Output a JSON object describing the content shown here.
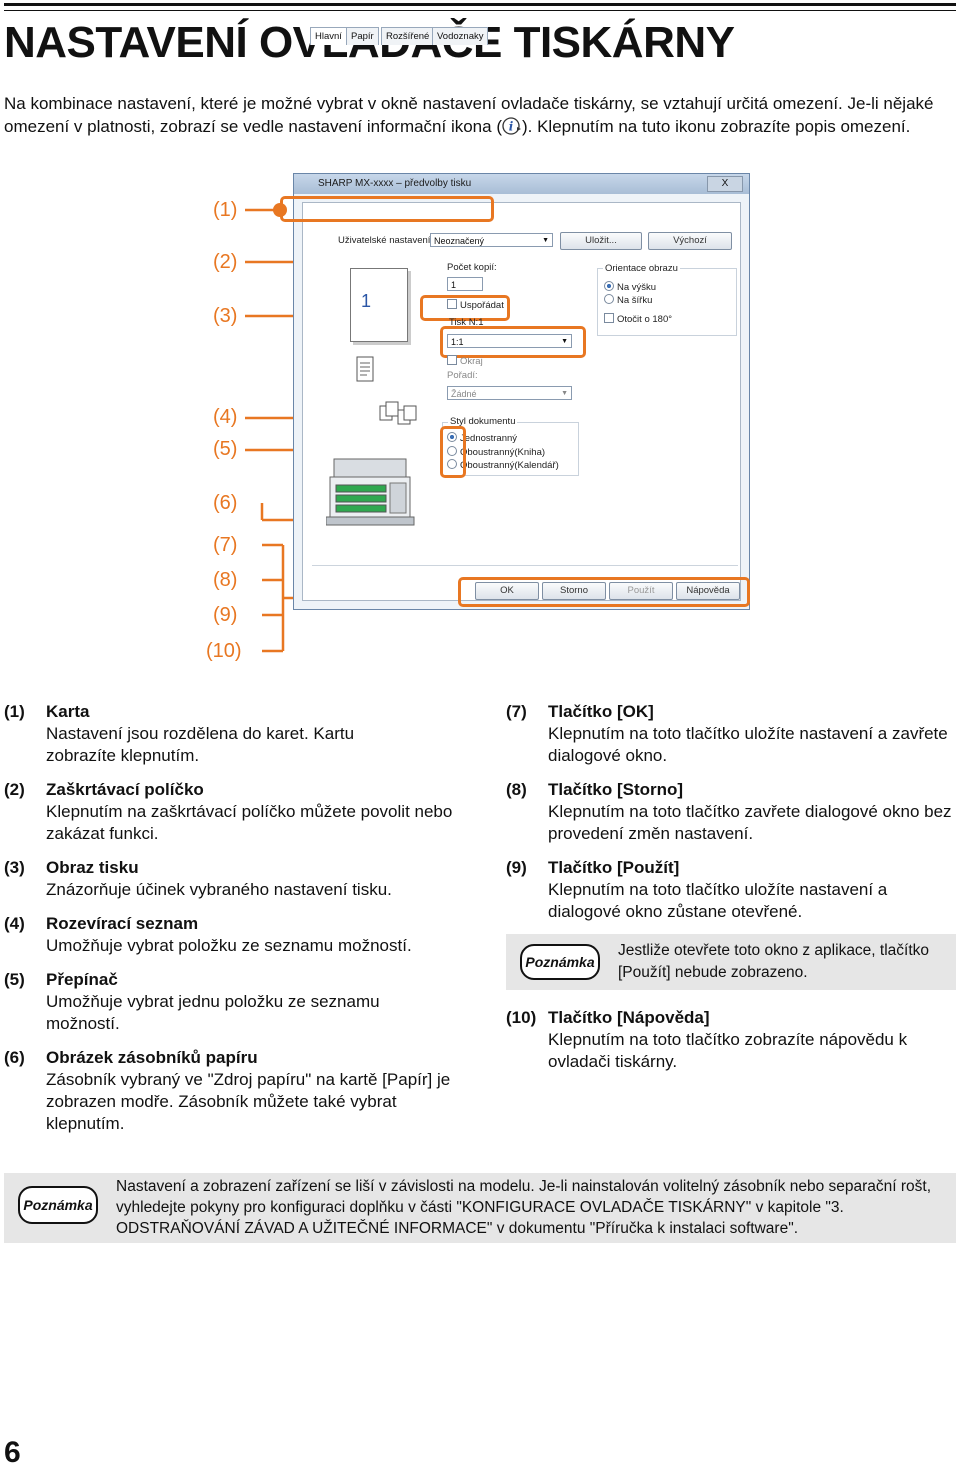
{
  "heading": "NASTAVENÍ OVLADAČE TISKÁRNY",
  "intro": {
    "part1": "Na kombinace nastavení, které je možné vybrat v okně nastavení ovladače tiskárny, se vztahují určitá omezení. Je-li nějaké omezení v platnosti, zobrazí se vedle nastavení informační ikona (",
    "part2": "). Klepnutím na tuto ikonu zobrazíte popis omezení."
  },
  "callouts": [
    "(1)",
    "(2)",
    "(3)",
    "(4)",
    "(5)",
    "(6)",
    "(7)",
    "(8)",
    "(9)",
    "(10)"
  ],
  "dialog": {
    "title": "SHARP MX-xxxx – předvolby tisku",
    "close": "X",
    "tabs": [
      "Hlavní",
      "Papír",
      "Rozšířené",
      "Vodoznaky"
    ],
    "user_settings_label": "Uživatelské nastavení:",
    "user_settings_value": "Neoznačený",
    "save_btn": "Uložit...",
    "defaults_btn": "Výchozí",
    "preview_page": "1",
    "copies_label": "Počet kopií:",
    "copies_value": "1",
    "collate_label": "Uspořádat",
    "nup_label": "Tisk N:1",
    "nup_value": "1:1",
    "border_label": "Okraj",
    "order_label": "Pořadí:",
    "order_value": "Žádné",
    "orientation_label": "Orientace obrazu",
    "portrait_label": "Na výšku",
    "landscape_label": "Na šířku",
    "rotate_label": "Otočit o 180°",
    "docstyle_label": "Styl dokumentu",
    "simplex_label": "Jednostranný",
    "duplex_book_label": "Oboustranný(Kniha)",
    "duplex_cal_label": "Oboustranný(Kalendář)",
    "ok_btn": "OK",
    "cancel_btn": "Storno",
    "apply_btn": "Použít",
    "help_btn": "Nápověda"
  },
  "descriptions_left": [
    {
      "num": "(1)",
      "title": "Karta",
      "body": "Nastavení jsou rozdělena do karet. Kartu zobrazíte klepnutím."
    },
    {
      "num": "(2)",
      "title": "Zaškrtávací políčko",
      "body": "Klepnutím na zaškrtávací políčko můžete povolit nebo zakázat funkci."
    },
    {
      "num": "(3)",
      "title": "Obraz tisku",
      "body": "Znázorňuje účinek vybraného nastavení tisku."
    },
    {
      "num": "(4)",
      "title": "Rozevírací seznam",
      "body": "Umožňuje vybrat položku ze seznamu možností."
    },
    {
      "num": "(5)",
      "title": "Přepínač",
      "body": "Umožňuje vybrat jednu položku ze seznamu možností."
    },
    {
      "num": "(6)",
      "title": "Obrázek zásobníků papíru",
      "body": "Zásobník vybraný ve \"Zdroj papíru\" na kartě [Papír] je zobrazen modře. Zásobník můžete také vybrat klepnutím."
    }
  ],
  "descriptions_right": [
    {
      "num": "(7)",
      "title": "Tlačítko [OK]",
      "body": "Klepnutím na toto tlačítko uložíte nastavení a zavřete dialogové okno."
    },
    {
      "num": "(8)",
      "title": "Tlačítko [Storno]",
      "body": "Klepnutím na toto tlačítko zavřete dialogové okno bez provedení změn nastavení."
    },
    {
      "num": "(9)",
      "title": "Tlačítko [Použít]",
      "body": "Klepnutím na toto tlačítko uložíte nastavení a dialogové okno zůstane otevřené."
    },
    {
      "num": "(10)",
      "title": "Tlačítko [Nápověda]",
      "body": "Klepnutím na toto tlačítko zobrazíte nápovědu k ovladači tiskárny."
    }
  ],
  "note_label": "Poznámka",
  "note_inline": "Jestliže otevřete toto okno z aplikace, tlačítko [Použít] nebude zobrazeno.",
  "note_bottom": "Nastavení a zobrazení zařízení se liší v závislosti na modelu. Je-li nainstalován volitelný zásobník nebo separační rošt, vyhledejte pokyny pro konfiguraci doplňku v části \"KONFIGURACE OVLADAČE TISKÁRNY\" v kapitole \"3. ODSTRAŇOVÁNÍ ZÁVAD A UŽITEČNÉ INFORMACE\" v dokumentu \"Příručka k instalaci software\".",
  "page_number": "6",
  "colors": {
    "callout": "#e87722",
    "note_bg": "#e6e6e6",
    "radio_selected": "#3b6fb5"
  }
}
